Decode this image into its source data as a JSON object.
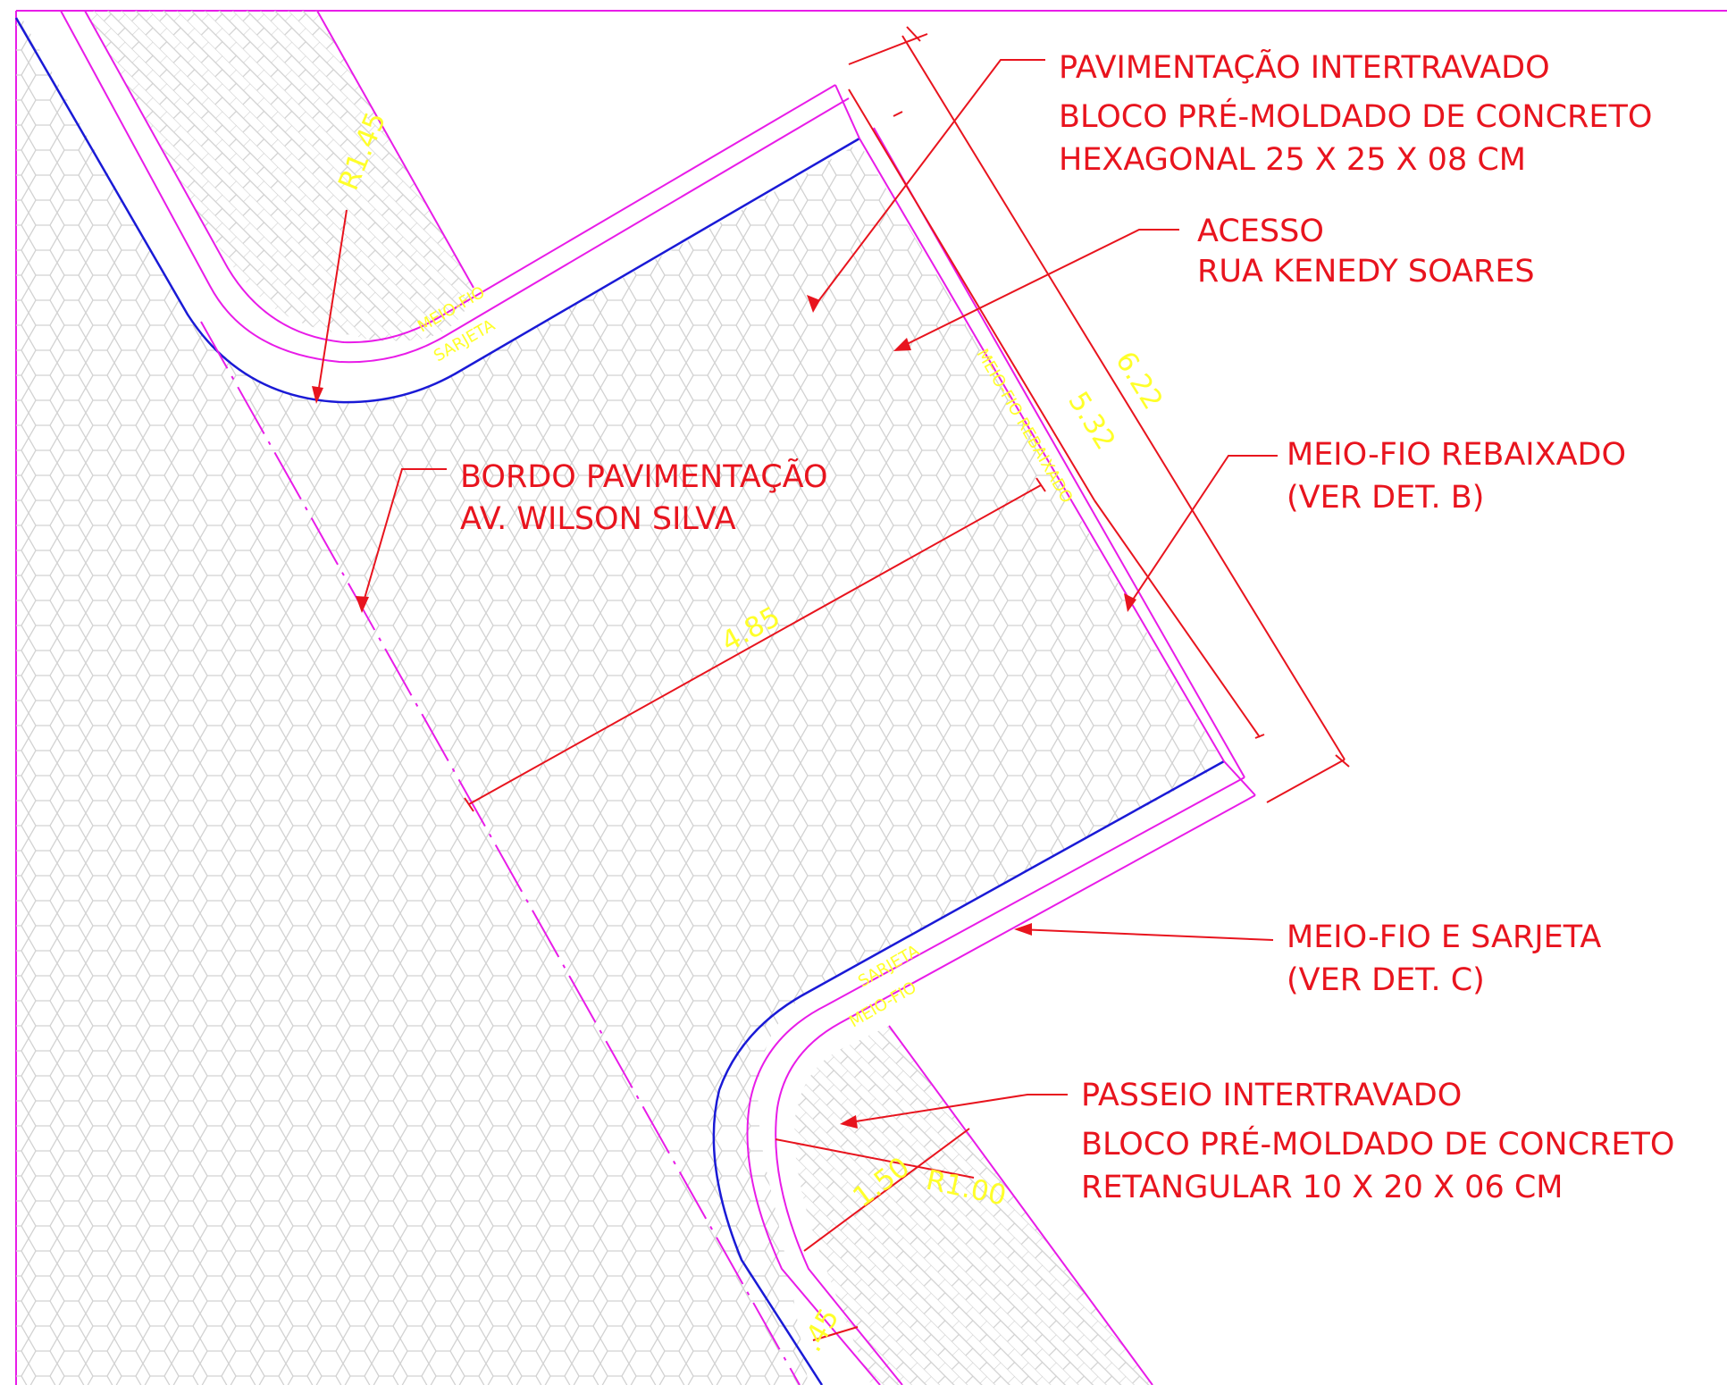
{
  "colors": {
    "annotation": "#e8141e",
    "curb_line": "#e81ce8",
    "pavement_edge": "#1a1ad6",
    "dimension_text": "#ffff2a",
    "paver_pattern": "#cfcfcf"
  },
  "callouts": {
    "pavimentacao": [
      "PAVIMENTAÇÃO INTERTRAVADO",
      "BLOCO PRÉ-MOLDADO DE CONCRETO",
      "HEXAGONAL 25 X 25 X 08 CM"
    ],
    "acesso": [
      "ACESSO",
      "RUA KENEDY SOARES"
    ],
    "meio_fio_rebaixado": [
      "MEIO-FIO REBAIXADO",
      "(VER DET. B)"
    ],
    "bordo": [
      "BORDO PAVIMENTAÇÃO",
      "AV. WILSON SILVA"
    ],
    "meio_fio_sarjeta": [
      "MEIO-FIO E SARJETA",
      "(VER DET. C)"
    ],
    "passeio": [
      "PASSEIO INTERTRAVADO",
      "BLOCO PRÉ-MOLDADO DE CONCRETO",
      "RETANGULAR 10 X 20 X 06 CM"
    ]
  },
  "dimensions": {
    "r_top": "R1.45",
    "d_622": "6.22",
    "d_532": "5.32",
    "d_485": "4.85",
    "d_150": "1.50",
    "r_bottom": "R1.00",
    "d_045": ".45"
  },
  "labels": {
    "meio_fio_top": "MEIO-FIO",
    "sarjeta_top": "SARJETA",
    "meio_fio_rebaixado": "MEIO-FIO REBAIXADO",
    "sarjeta_bottom": "SARJETA",
    "meio_fio_bottom": "MEIO-FIO"
  }
}
